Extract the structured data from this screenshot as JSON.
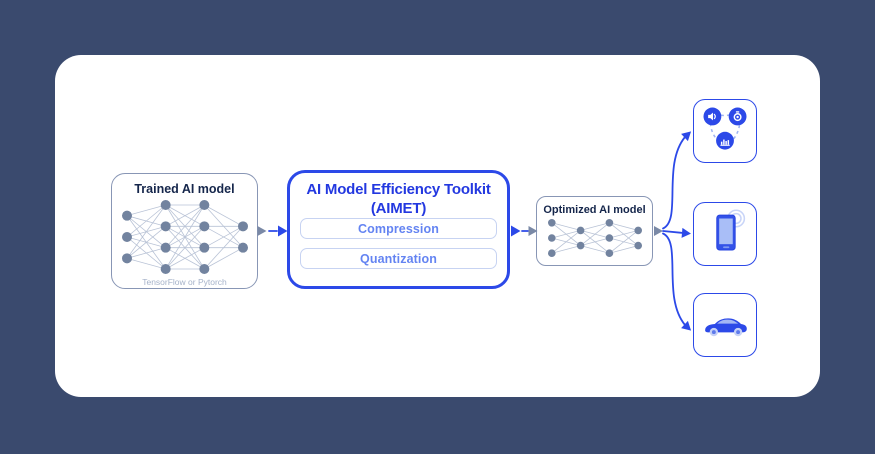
{
  "palette": {
    "page_background": "#3A4A6E",
    "card_background": "#FFFFFF",
    "accent_blue": "#2C49E8",
    "toolkit_title_blue": "#2338E0",
    "pill_text_blue": "#6484F2",
    "grey_box_border": "#8896B5",
    "dark_title": "#15264B",
    "network_node_grey": "#72839F",
    "caption_grey": "#A5B2C9"
  },
  "trained_model": {
    "title": "Trained AI model",
    "caption": "TensorFlow or Pytorch",
    "network_layers": [
      3,
      4,
      4,
      2
    ]
  },
  "toolkit": {
    "title_line1": "AI Model Efficiency Toolkit",
    "title_line2": "(AIMET)",
    "buttons": [
      {
        "label": "Compression"
      },
      {
        "label": "Quantization"
      }
    ]
  },
  "optimized_model": {
    "title": "Optimized AI model",
    "network_layers": [
      3,
      2,
      3,
      2
    ]
  },
  "deployment_targets": [
    {
      "name": "multimedia-devices",
      "icons": [
        "speaker-icon",
        "camera-lens-icon",
        "waveform-chart-icon"
      ]
    },
    {
      "name": "smartphone",
      "icons": [
        "smartphone-icon"
      ]
    },
    {
      "name": "car",
      "icons": [
        "car-icon"
      ]
    }
  ]
}
